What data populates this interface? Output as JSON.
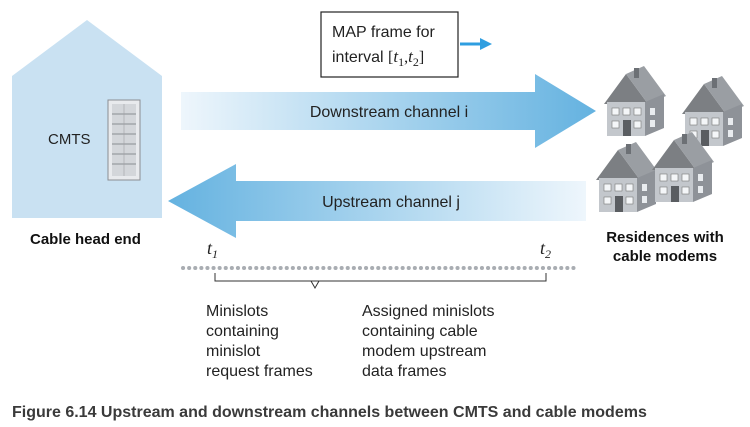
{
  "head_end": {
    "cmts_label": "CMTS",
    "caption": "Cable head end"
  },
  "map_frame": {
    "line1": "MAP frame for",
    "line2_prefix": "interval ",
    "t1_sub": "1",
    "t2_sub": "2"
  },
  "channels": {
    "downstream": "Downstream channel i",
    "upstream": "Upstream channel j"
  },
  "residences": {
    "line1": "Residences with",
    "line2": "cable modems"
  },
  "timeline": {
    "t1_letter": "t",
    "t1_sub": "1",
    "t2_letter": "t",
    "t2_sub": "2",
    "left_brace_label": [
      "Minislots",
      "containing",
      "minislot",
      "request frames"
    ],
    "right_brace_label": [
      "Assigned minislots",
      "containing cable",
      "modem upstream",
      "data frames"
    ]
  },
  "figure_caption": "Figure 6.14 Upstream and downstream channels between CMTS and cable modems",
  "colors": {
    "building": "#c9e1f2",
    "arrow_dark": "#6fb6e0",
    "arrow_light": "#e6f2fa",
    "map_arrow": "#2f9ee0",
    "house_roof": "#7c7f83",
    "house_wall": "#b7bcc2"
  }
}
